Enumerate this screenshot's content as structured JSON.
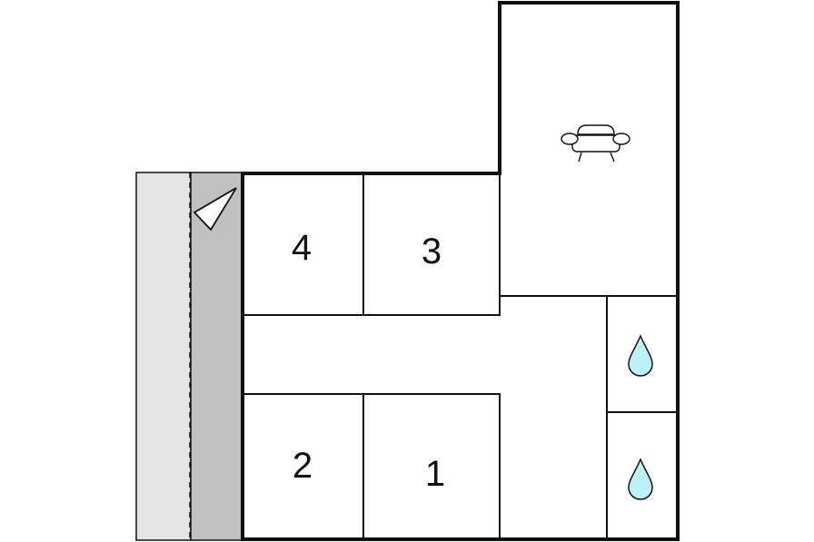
{
  "rooms": [
    {
      "id": "room-4",
      "label": "4"
    },
    {
      "id": "room-3",
      "label": "3"
    },
    {
      "id": "room-2",
      "label": "2"
    },
    {
      "id": "room-1",
      "label": "1"
    }
  ],
  "icons": {
    "living": "sofa-icon",
    "bath_upper": "water-drop-icon",
    "bath_lower": "water-drop-icon",
    "terrace": "triangle-marker-icon"
  },
  "colors": {
    "terrace_light": "#e4e4e4",
    "terrace_dark": "#c0c0c0",
    "water": "#bdf2f4",
    "wall": "#111111",
    "background": "#ffffff"
  }
}
